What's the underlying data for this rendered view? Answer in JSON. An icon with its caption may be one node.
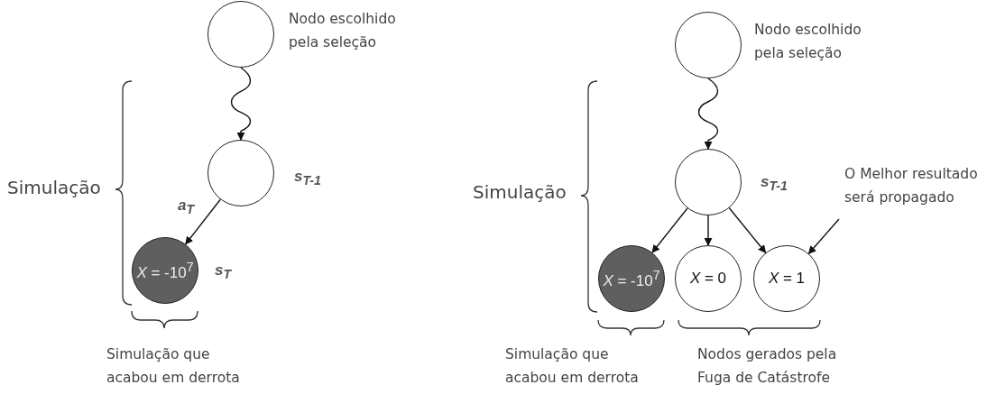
{
  "diagram": {
    "nodes": [
      {
        "text": [],
        "shape": "circle",
        "beside": [
          "Nodo escolhido pela seleção"
        ]
      },
      {
        "text": [],
        "shape": "circle",
        "beside": [
          "s$_{T-1}$"
        ]
      },
      {
        "text": [
          "*X* = -10$^{7}$"
        ],
        "beside": [
          "s$_{T}$"
        ]
      },
      {
        "text": [],
        "shape": "circle",
        "beside": [
          "Nodo escolhido pela seleção"
        ]
      },
      {
        "text": [],
        "shape": "circle",
        "beside": [
          "s$_{T-1}$"
        ]
      },
      {
        "text": [
          "*X* = -10$^{7}$"
        ]
      },
      {
        "text": [
          "*X* = 0"
        ]
      },
      {
        "text": [
          "*X* = 1"
        ]
      },
      {
        "text": [
          "O Melhor resultado será propagado"
        ]
      }
    ],
    "edges": [
      {
        "from": 0,
        "to": 1,
        "arrow": "to"
      },
      {
        "from": 1,
        "to": 2,
        "arrow": "to",
        "label": "a$_{T}$"
      },
      {
        "from": 3,
        "to": 4,
        "arrow": "to"
      },
      {
        "from": 4,
        "to": 5,
        "arrow": "to"
      },
      {
        "from": 4,
        "to": 6,
        "arrow": "to"
      },
      {
        "from": 4,
        "to": 7,
        "arrow": "to"
      },
      {
        "from": 8,
        "to": 7,
        "arrow": "to"
      }
    ],
    "labels": [
      "Simulação",
      "Simulação que acabou em derrota",
      "Simulação",
      "Simulação que acabou em derrota",
      "Nodos gerados pela Fuga de Catástrofe"
    ]
  }
}
